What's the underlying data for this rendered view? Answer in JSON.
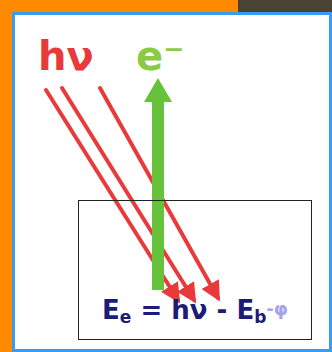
{
  "diagram": {
    "nodes": [
      {
        "text": [
          "E",
          "e",
          " = hν - E",
          "b",
          "-φ"
        ]
      }
    ],
    "labels": [
      "hν",
      "e⁻"
    ]
  }
}
